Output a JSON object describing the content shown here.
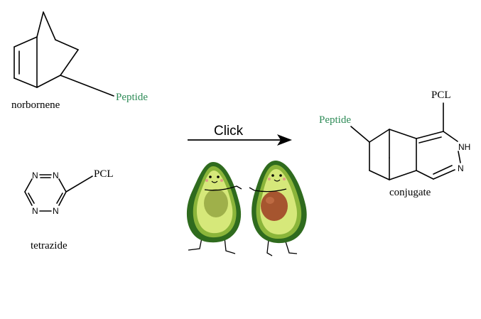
{
  "reactants": {
    "norbornene": {
      "name": "norbornene",
      "substituent": "Peptide"
    },
    "tetrazine": {
      "name": "tetrazide",
      "substituent": "PCL",
      "ring_atom": "N"
    }
  },
  "reaction": {
    "arrow_label": "Click"
  },
  "product": {
    "name": "conjugate",
    "substituent_top": "PCL",
    "substituent_left": "Peptide",
    "nh_label": "NH",
    "n_label": "N"
  },
  "colors": {
    "peptide": "#2e8b57",
    "bond": "#000000",
    "avocado_dark": "#2f6b1e",
    "avocado_mid": "#6a9a2a",
    "avocado_flesh": "#d6e87a",
    "pit_left": "#9fb04a",
    "pit_right": "#a6552f"
  },
  "icons": [
    "avocado-left-icon",
    "avocado-right-icon"
  ]
}
